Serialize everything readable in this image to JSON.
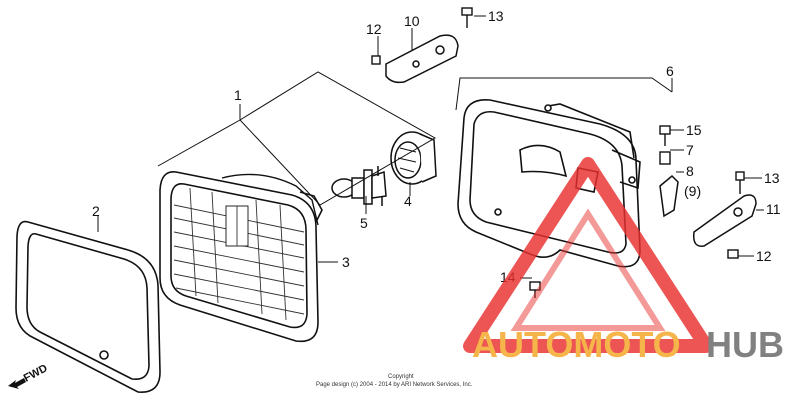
{
  "labels": {
    "p1": "1",
    "p2": "2",
    "p3": "3",
    "p4": "4",
    "p5": "5",
    "p6": "6",
    "p7": "7",
    "p8": "8",
    "p9": "(9)",
    "p10": "10",
    "p11": "11",
    "p12a": "12",
    "p12b": "12",
    "p13a": "13",
    "p13b": "13",
    "p14": "14",
    "p15": "15"
  },
  "fwd": "FWD",
  "copyright": {
    "line1": "Copyright",
    "line2": "Page design (c) 2004 - 2014 by ARI Network Services, Inc."
  },
  "watermark": {
    "part1": "AUTOMOTO",
    "part2": "HUB",
    "color1": "#f5a623",
    "color2": "#666666",
    "triangle_color": "#e8302f"
  }
}
